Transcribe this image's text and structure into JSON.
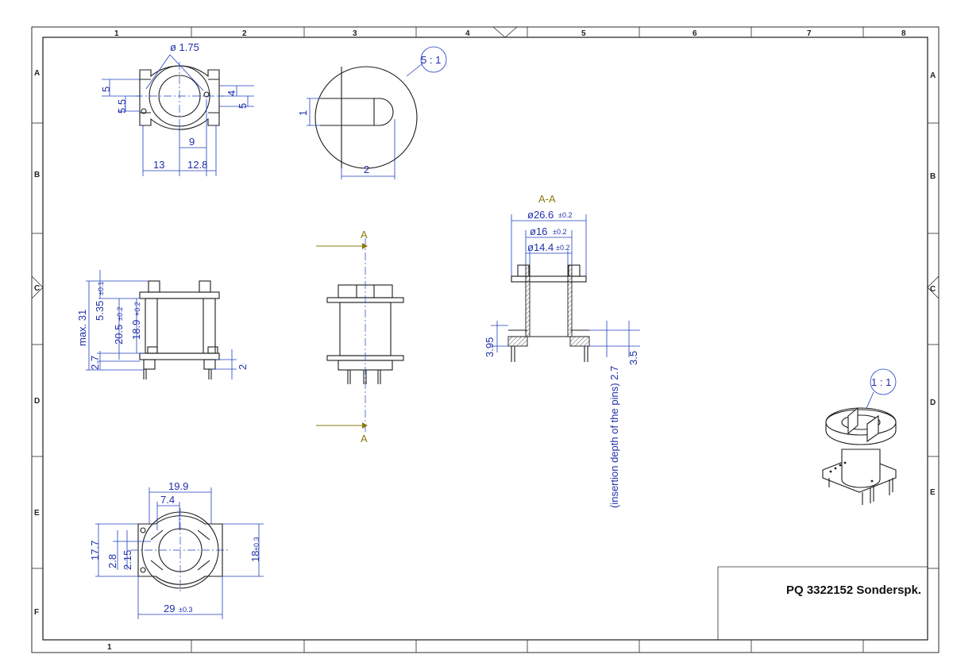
{
  "sheet": {
    "columns": [
      "1",
      "2",
      "3",
      "4",
      "5",
      "6",
      "7",
      "8"
    ],
    "rows": [
      "A",
      "B",
      "C",
      "D",
      "E",
      "F"
    ],
    "bottom_column_label": "1",
    "title": "PQ 3322152 Sonderspk."
  },
  "views": {
    "top_view": {
      "dims": {
        "hole_dia": "ø 1.75",
        "left_5": "5",
        "left_5_5": "5.5",
        "right_4": "4",
        "right_5": "5",
        "center_9": "9",
        "bottom_13": "13",
        "bottom_12_8": "12.8"
      }
    },
    "detail": {
      "scale": "5 : 1",
      "dims": {
        "height_1": "1",
        "width_2": "2"
      }
    },
    "side_view": {
      "dims": {
        "max31": "max. 31",
        "d535": "5.35",
        "d535_tol": "±0.1",
        "d205": "20.5",
        "d205_tol": "±0.2",
        "d189": "18.9",
        "d189_tol": "+0.2",
        "d27": "2.7",
        "d2": "2"
      }
    },
    "front_view": {
      "section_top": "A",
      "section_bottom": "A"
    },
    "section_view": {
      "title": "A-A",
      "dims": {
        "dia266": "ø26.6",
        "dia266_tol": "±0.2",
        "dia16": "ø16",
        "dia16_tol": "±0.2",
        "dia144": "ø14.4",
        "dia144_tol": "±0.2",
        "d395": "3.95",
        "d35": "3.5",
        "insertion": "(insertion depth of the pins) 2.7"
      }
    },
    "bottom_view": {
      "dims": {
        "d199": "19.9",
        "d74": "7.4",
        "d177": "17.7",
        "d28": "2.8",
        "d215": "2.15",
        "d18": "18",
        "d18_tol": "±0.3",
        "d29": "29",
        "d29_tol": "±0.3"
      }
    },
    "iso_view": {
      "scale": "1 : 1"
    }
  }
}
